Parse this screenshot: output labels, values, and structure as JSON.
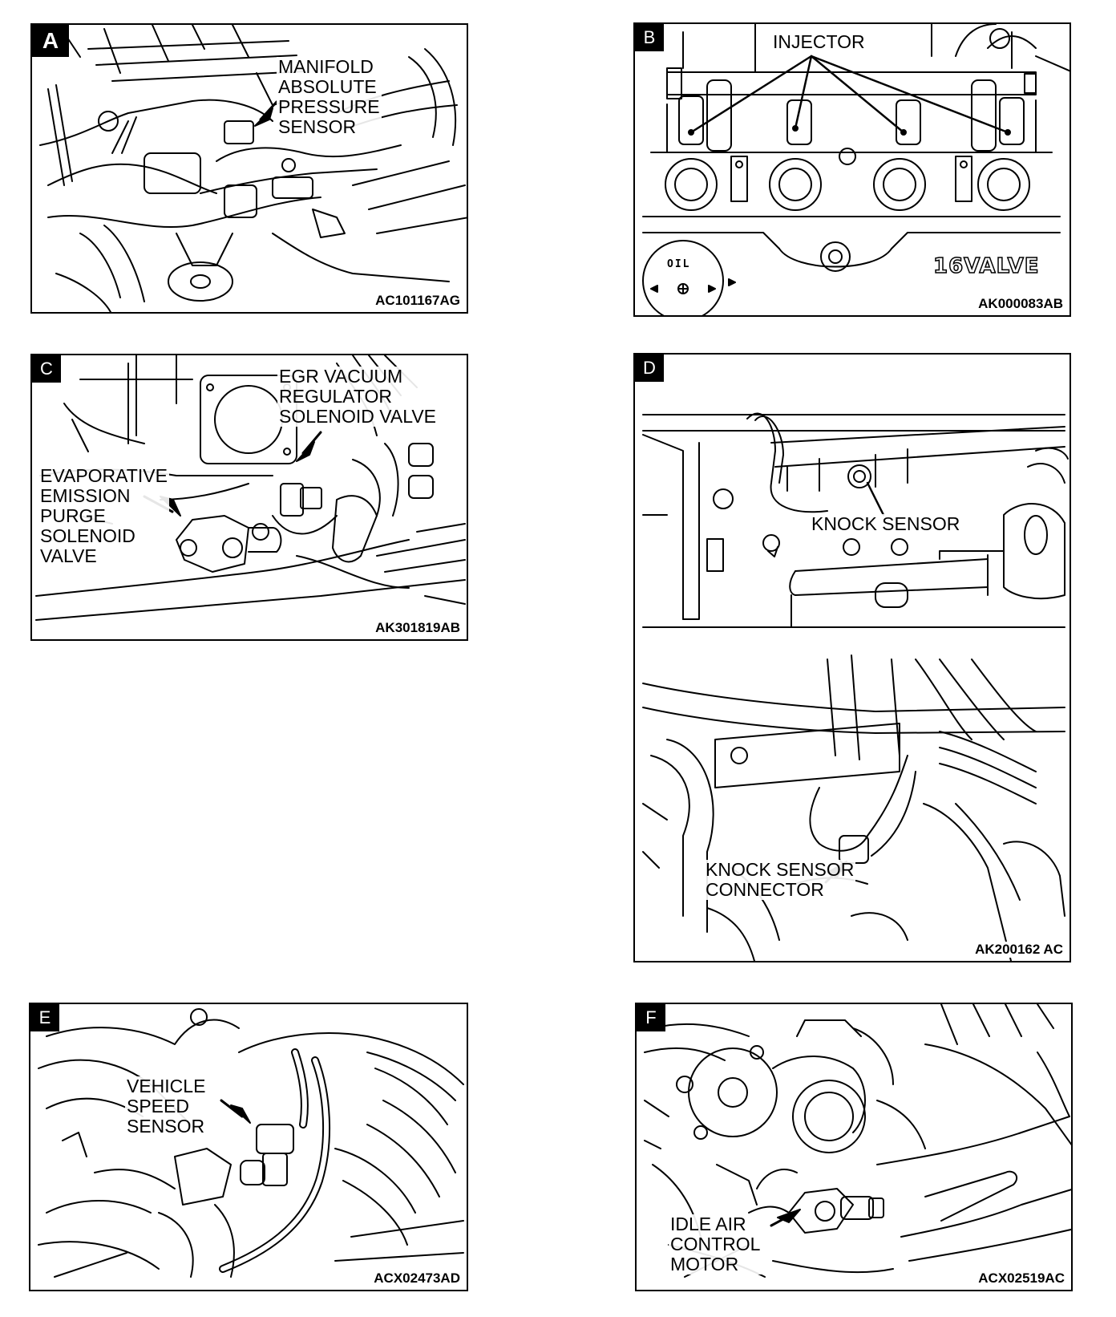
{
  "panels": {
    "a": {
      "letter": "A",
      "labels": [
        "MANIFOLD",
        "ABSOLUTE",
        "PRESSURE",
        "SENSOR"
      ],
      "code": "AC101167AG"
    },
    "b": {
      "letter": "B",
      "label": "INJECTOR",
      "logo_text": "16VALVE",
      "oil_cap_text": "OIL",
      "code": "AK000083AB"
    },
    "c": {
      "letter": "C",
      "labels_egr": [
        "EGR VACUUM",
        "REGULATOR",
        "SOLENOID VALVE"
      ],
      "labels_evap": [
        "EVAPORATIVE",
        "EMISSION",
        "PURGE",
        "SOLENOID",
        "VALVE"
      ],
      "code": "AK301819AB"
    },
    "d": {
      "letter": "D",
      "label_knock": "KNOCK SENSOR",
      "labels_connector": [
        "KNOCK SENSOR",
        "CONNECTOR"
      ],
      "code": "AK200162 AC"
    },
    "e": {
      "letter": "E",
      "labels": [
        "VEHICLE",
        "SPEED",
        "SENSOR"
      ],
      "code": "ACX02473AD"
    },
    "f": {
      "letter": "F",
      "labels": [
        "IDLE AIR",
        "CONTROL",
        "MOTOR"
      ],
      "code": "ACX02519AC"
    }
  },
  "colors": {
    "ink": "#000000",
    "paper": "#ffffff"
  }
}
